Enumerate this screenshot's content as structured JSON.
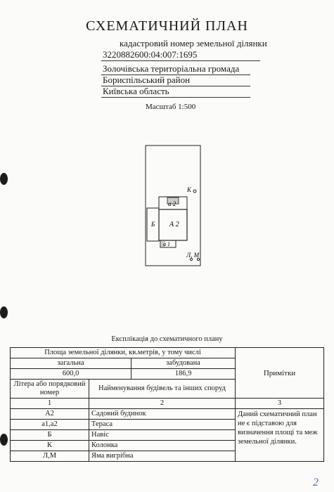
{
  "header": {
    "title": "СХЕМАТИЧНИЙ ПЛАН",
    "subtitle": "кадастровий номер земельної ділянки",
    "cadastral_number": "3220882600:04:007:1695",
    "community": "Золочівська територіальна громада",
    "district": "Бориспільський район",
    "region": "Київська область",
    "scale": "Масштаб 1:500"
  },
  "plan": {
    "label_k": "К",
    "label_b": "Б",
    "label_a2_top": "а 2",
    "label_a2": "А 2",
    "label_a1": "а 1",
    "label_lm": "Л, М"
  },
  "explication": {
    "caption": "Експлікація до схематичного плану",
    "area_header": "Площа земельної ділянки, кв.метрів, у тому числі",
    "total_label": "загальна",
    "built_label": "забудована",
    "total_value": "600,0",
    "built_value": "186,9",
    "notes_header": "Примітки",
    "col1_header": "Літера або порядковий номер",
    "col2_header": "Найменування будівель та інших споруд",
    "col_num1": "1",
    "col_num2": "2",
    "col_num3": "3",
    "rows": [
      {
        "letter": "А2",
        "name": "Садовий будинок"
      },
      {
        "letter": "а1,а2",
        "name": "Тераса"
      },
      {
        "letter": "Б",
        "name": "Навіс"
      },
      {
        "letter": "К",
        "name": "Колонка"
      },
      {
        "letter": "Л,М",
        "name": "Яма вигрібна"
      }
    ],
    "note": "Даний схематичний план не є підставою для визначення площі та меж земельної ділянки."
  },
  "page_number": "2"
}
